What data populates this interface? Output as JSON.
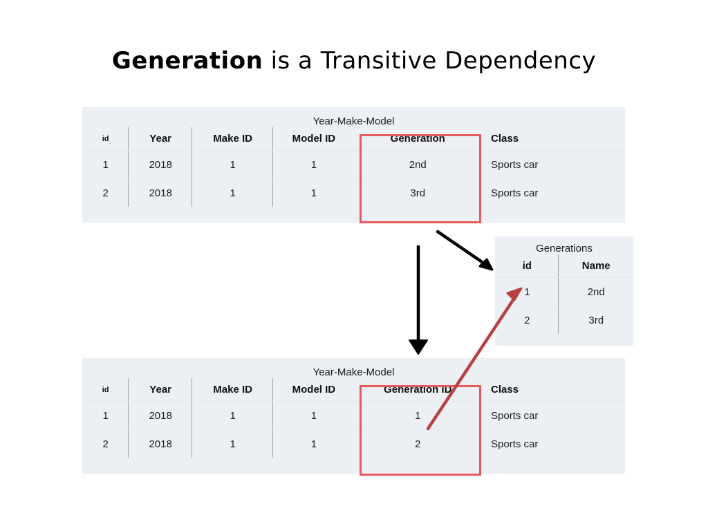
{
  "title": {
    "emphasis": "Generation",
    "rest": " is a Transitive Dependency"
  },
  "colors": {
    "panel_bg": "#ECF0F4",
    "highlight_border": "#E8595A",
    "red_arrow": "#B84040",
    "black_arrow": "#000000",
    "text": "#1a1a1a",
    "separator": "#9aa3ab"
  },
  "tables": {
    "ymm_top": {
      "caption": "Year-Make-Model",
      "columns": [
        "id",
        "Year",
        "Make ID",
        "Model ID",
        "Generation",
        "Class"
      ],
      "rows": [
        [
          "1",
          "2018",
          "1",
          "1",
          "2nd",
          "Sports car"
        ],
        [
          "2",
          "2018",
          "1",
          "1",
          "3rd",
          "Sports car"
        ]
      ],
      "highlighted_column": "Generation"
    },
    "generations": {
      "caption": "Generations",
      "columns": [
        "id",
        "Name"
      ],
      "rows": [
        [
          "1",
          "2nd"
        ],
        [
          "2",
          "3rd"
        ]
      ]
    },
    "ymm_bottom": {
      "caption": "Year-Make-Model",
      "columns": [
        "id",
        "Year",
        "Make ID",
        "Model ID",
        "Generation ID",
        "Class"
      ],
      "rows": [
        [
          "1",
          "2018",
          "1",
          "1",
          "1",
          "Sports car"
        ],
        [
          "2",
          "2018",
          "1",
          "1",
          "2",
          "Sports car"
        ]
      ],
      "highlighted_column": "Generation ID"
    }
  },
  "arrows": {
    "extract_to_lookup": "black-diagonal-arrow",
    "decompose_down": "black-down-arrow",
    "foreign-key-reference": "red-arrow"
  }
}
